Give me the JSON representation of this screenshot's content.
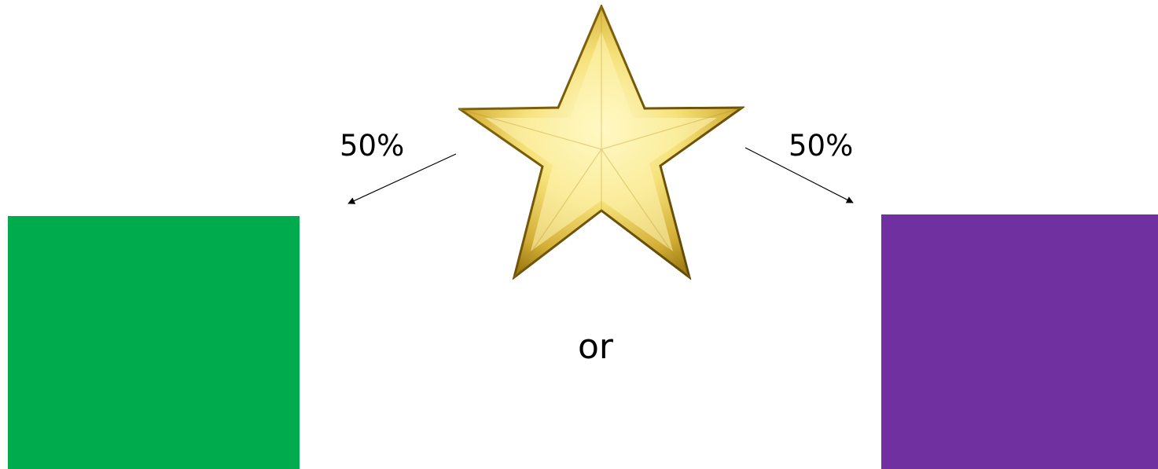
{
  "diagram": {
    "left_branch": {
      "probability_label": "50%",
      "color": "#00AB4E"
    },
    "right_branch": {
      "probability_label": "50%",
      "color": "#7030A0"
    },
    "separator_text": "or",
    "star": {
      "icon": "gold-star-icon",
      "color": "#D4AF37"
    }
  }
}
